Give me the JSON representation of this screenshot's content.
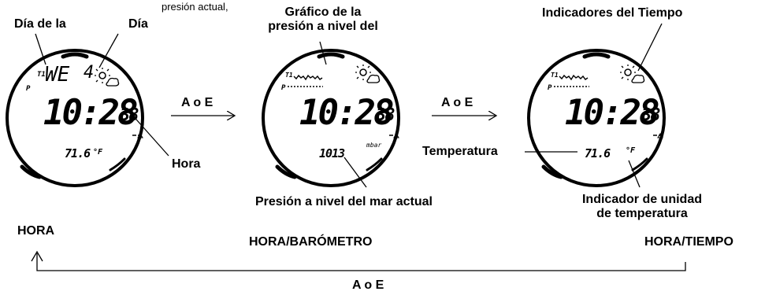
{
  "top_note": "presión actual,",
  "watch1": {
    "title_day_week": "Día de la",
    "title_day": "Día",
    "label_time": "Hora",
    "disp_t1": "T1",
    "disp_weekday": "WE",
    "disp_day": "4",
    "disp_p": "P",
    "disp_time": "10:28",
    "disp_seconds": "38",
    "disp_temp": "71.6",
    "disp_temp_unit": "°F"
  },
  "arrow1": "A o E",
  "watch2": {
    "title_graph": "Gráfico de la\npresión  a nivel del",
    "label_pressure": "Presión a nivel del mar actual",
    "disp_t1": "T1",
    "disp_p": "P",
    "disp_time": "10:28",
    "disp_seconds": "38",
    "disp_pressure": "1013",
    "disp_unit": "mbar"
  },
  "arrow2": "A o E",
  "watch3": {
    "title_weather": "Indicadores del Tiempo",
    "label_temperature": "Temperatura",
    "label_unit": "Indicador de unidad\nde temperatura",
    "disp_t1": "T1",
    "disp_p": "P",
    "disp_time": "10:28",
    "disp_seconds": "38",
    "disp_temp": "71.6",
    "disp_temp_unit": "°F"
  },
  "mode_labels": {
    "hora": "HORA",
    "hora_barometro": "HORA/BARÓMETRO",
    "hora_tiempo": "HORA/TIEMPO"
  },
  "return_arrow": "A o E"
}
